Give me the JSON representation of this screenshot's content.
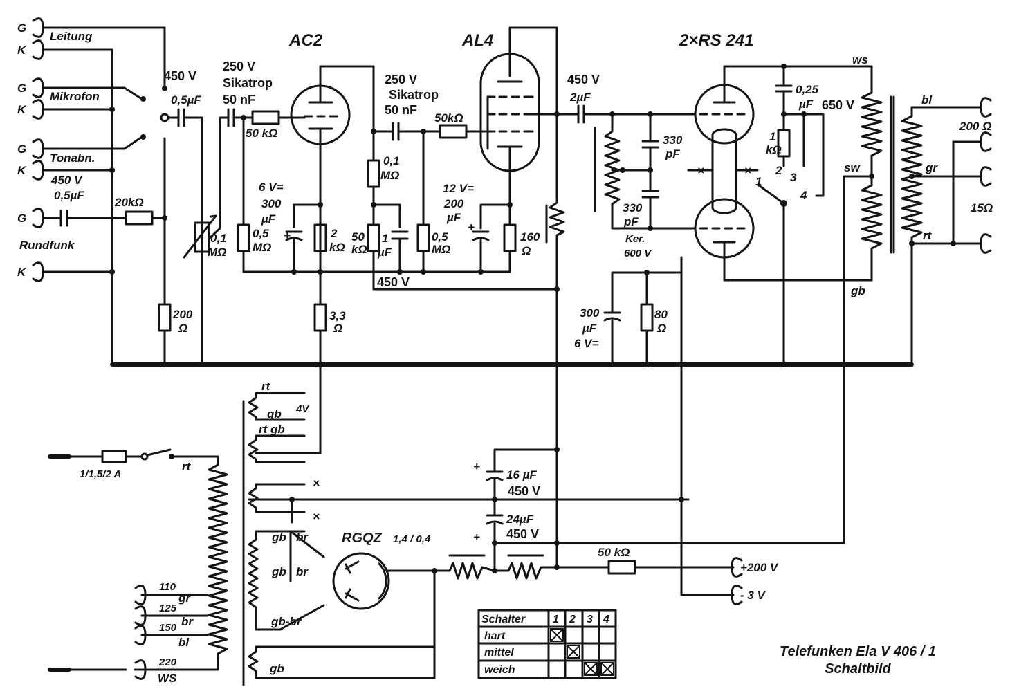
{
  "diagram": {
    "terminals_left": {
      "g1": "G",
      "k1": "K",
      "leitung": "Leitung",
      "g2": "G",
      "k2": "K",
      "mikrofon": "Mikrofon",
      "g3": "G",
      "k3": "K",
      "tonabn": "Tonabn.",
      "g4": "G",
      "k4": "K",
      "rundfunk": "Rundfunk",
      "in_cap_v": "450 V",
      "in_cap_c": "0,5µF",
      "in_res": "20kΩ"
    },
    "tubes": {
      "ac2": "AC2",
      "al4": "AL4",
      "rs241": "2×RS 241",
      "rgqz": "RGQZ",
      "rgqz_spec": "1,4 / 0,4"
    },
    "input_stage": {
      "c1_v": "450 V",
      "c1_c": "0,5µF",
      "pot_a": "0,1",
      "pot_b": "MΩ",
      "r200_a": "200",
      "r200_b": "Ω",
      "c2_v": "250 V",
      "c2_type": "Sikatrop",
      "c2_c": "50 nF",
      "r50k": "50 kΩ",
      "r05_a": "0,5",
      "r05_b": "MΩ",
      "c300_v": "6 V=",
      "c300_a": "300",
      "c300_b": "µF",
      "r2k_a": "2",
      "r2k_b": "kΩ",
      "r33_a": "3,3",
      "r33_b": "Ω"
    },
    "driver_stage": {
      "c3_v": "250 V",
      "c3_type": "Sikatrop",
      "c3_c": "50 nF",
      "r50k2": "50kΩ",
      "r01_a": "0,1",
      "r01_b": "MΩ",
      "r50_a": "50",
      "r50_b": "kΩ",
      "c1u_a": "1",
      "c1u_b": "µF",
      "r05b_a": "0,5",
      "r05b_b": "MΩ",
      "c200_v": "12 V=",
      "c200_a": "200",
      "c200_b": "µF",
      "r160_a": "160",
      "r160_b": "Ω",
      "b450": "450 V"
    },
    "output_stage": {
      "c4_v": "450 V",
      "c4_c": "2µF",
      "c330a_a": "330",
      "c330a_b": "pF",
      "c330b_a": "330",
      "c330b_b": "pF",
      "ker_a": "Ker.",
      "ker_b": "600 V",
      "c025_a": "0,25",
      "c025_b": "µF",
      "c025_v": "650 V",
      "r1k_a": "1",
      "r1k_b": "kΩ",
      "sw_1": "1",
      "sw_2": "2",
      "sw_3": "3",
      "sw_4": "4",
      "c300k_a": "300",
      "c300k_b": "µF",
      "c300k_v": "6 V=",
      "r80_a": "80",
      "r80_b": "Ω"
    },
    "transformer": {
      "ws": "ws",
      "sw": "sw",
      "gb": "gb",
      "bl": "bl",
      "gr": "gr",
      "rt": "rt",
      "o200": "200 Ω",
      "o15": "15Ω"
    },
    "power_supply": {
      "fuse": "1/1,5/2 A",
      "rt": "rt",
      "v110": "110",
      "v125": "125",
      "v150": "150",
      "v220": "220",
      "gr": "gr",
      "br": "br",
      "bl": "bl",
      "ws": "WS",
      "s_rt": "rt",
      "s_gb": "gb",
      "s_4v": "4V",
      "s_rtgb": "rt gb",
      "s_gb2": "gb",
      "s_br": "br",
      "s_gb3": "gb",
      "s_br2": "br",
      "s_gbbr": "gb-br",
      "s_gb4": "gb",
      "c16_c": "16 µF",
      "c16_v": "450 V",
      "c24_c": "24µF",
      "c24_v": "450 V",
      "r50k3": "50 kΩ",
      "out_200": "+200 V",
      "out_3": "- 3 V"
    },
    "switch_table": {
      "header": "Schalter",
      "cols": [
        "1",
        "2",
        "3",
        "4"
      ],
      "rows": [
        {
          "label": "hart",
          "marks": [
            true,
            false,
            false,
            false
          ]
        },
        {
          "label": "mittel",
          "marks": [
            false,
            true,
            false,
            false
          ]
        },
        {
          "label": "weich",
          "marks": [
            false,
            false,
            true,
            true
          ]
        }
      ]
    },
    "caption": {
      "line1": "Telefunken Ela V 406 / 1",
      "line2": "Schaltbild"
    }
  }
}
